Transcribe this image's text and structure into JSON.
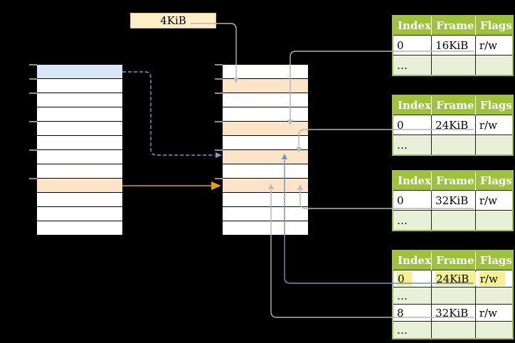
{
  "colors": {
    "green": "#9dc33c",
    "lightgreen": "#e9f0d8",
    "orangerow": "#fde4c9",
    "bluerow": "#d9e6f8",
    "yellowhl": "#f6f08e",
    "labelbg": "#fdeec6",
    "labelborder": "#d8c28f",
    "gray": "#b3b3b3",
    "grayhead": "#b7bec9",
    "bluesolid": "#6f8fc0",
    "bluedash": "#7e9ac9",
    "orangearrow": "#e29d0f",
    "tick": "#8f8f8f"
  },
  "size_label": "4KiB",
  "virtual_memory": {
    "rows": [
      "blue",
      "white",
      "white",
      "white",
      "white",
      "white",
      "white",
      "white",
      "orange",
      "white",
      "white",
      "white"
    ]
  },
  "physical_memory": {
    "rows": [
      "white",
      "orange",
      "white",
      "white",
      "orange",
      "white",
      "orange",
      "white",
      "orange",
      "white",
      "white",
      "white"
    ]
  },
  "tick_offsets": [
    0,
    20,
    40,
    80,
    120,
    160
  ],
  "page_tables": [
    {
      "header": [
        "Index",
        "Frame",
        "Flags"
      ],
      "rows": [
        {
          "cells": [
            "0",
            "16KiB",
            "r/w"
          ],
          "shade": false,
          "highlight": false
        },
        {
          "cells": [
            "…",
            "",
            ""
          ],
          "shade": true,
          "highlight": false
        }
      ]
    },
    {
      "header": [
        "Index",
        "Frame",
        "Flags"
      ],
      "rows": [
        {
          "cells": [
            "0",
            "24KiB",
            "r/w"
          ],
          "shade": false,
          "highlight": false
        },
        {
          "cells": [
            "…",
            "",
            ""
          ],
          "shade": true,
          "highlight": false
        }
      ]
    },
    {
      "header": [
        "Index",
        "Frame",
        "Flags"
      ],
      "rows": [
        {
          "cells": [
            "0",
            "32KiB",
            "r/w"
          ],
          "shade": false,
          "highlight": false
        },
        {
          "cells": [
            "…",
            "",
            ""
          ],
          "shade": true,
          "highlight": false
        }
      ]
    },
    {
      "header": [
        "Index",
        "Frame",
        "Flags"
      ],
      "compact": true,
      "rows": [
        {
          "cells": [
            "0",
            "24KiB",
            "r/w"
          ],
          "shade": false,
          "highlight": true
        },
        {
          "cells": [
            "…",
            "",
            ""
          ],
          "shade": true,
          "highlight": false
        },
        {
          "cells": [
            "8",
            "32KiB",
            "r/w"
          ],
          "shade": false,
          "highlight": false
        },
        {
          "cells": [
            "…",
            "",
            ""
          ],
          "shade": true,
          "highlight": false
        }
      ]
    }
  ],
  "connections": [
    {
      "from": "size-label-4KiB",
      "to": "physical-frame-4KiB",
      "style": "solid-gray"
    },
    {
      "from": "page-table-1-frame-16KiB",
      "to": "physical-frame-16KiB",
      "style": "solid-gray"
    },
    {
      "from": "page-table-2-frame-24KiB",
      "to": "physical-frame-24KiB",
      "style": "solid-gray"
    },
    {
      "from": "page-table-3-frame-32KiB",
      "to": "physical-frame-32KiB",
      "style": "solid-gray"
    },
    {
      "from": "page-table-4-frame-24KiB",
      "to": "physical-frame-24KiB",
      "style": "solid-blue"
    },
    {
      "from": "page-table-4-frame-32KiB",
      "to": "physical-frame-32KiB",
      "style": "solid-gray"
    },
    {
      "from": "virtual-page-blue",
      "to": "physical-frame-24KiB",
      "style": "dashed-blue"
    },
    {
      "from": "virtual-page-orange",
      "to": "physical-frame-32KiB",
      "style": "solid-orange"
    }
  ]
}
